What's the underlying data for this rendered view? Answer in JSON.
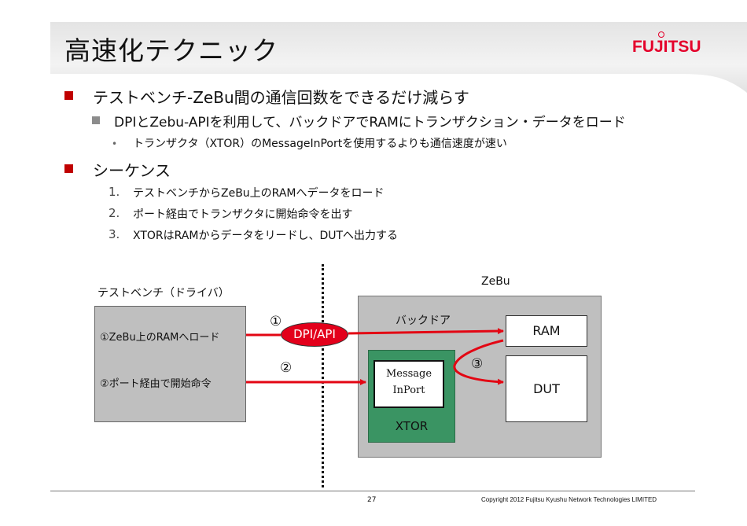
{
  "header": {
    "title": "高速化テクニック",
    "logo_text": "FUJITSU"
  },
  "bullets": {
    "item1": "テストベンチ-ZeBu間の通信回数をできるだけ減らす",
    "item1_sub": "DPIとZebu-APIを利用して、バックドアでRAMにトランザクション・データをロード",
    "item1_subsub": "トランザクタ（XTOR）のMessageInPortを使用するよりも通信速度が速い",
    "item2": "シーケンス",
    "steps": [
      {
        "num": "1.",
        "text": "テストベンチからZeBu上のRAMへデータをロード"
      },
      {
        "num": "2.",
        "text": "ポート経由でトランザクタに開始命令を出す"
      },
      {
        "num": "3.",
        "text": "XTORはRAMからデータをリードし、DUTへ出力する"
      }
    ],
    "subsub_marker": "•"
  },
  "diagram": {
    "testbench_label": "テストベンチ（ドライバ）",
    "tb_item1": "①ZeBu上のRAMへロード",
    "tb_item2": "②ポート経由で開始命令",
    "circle1": "①",
    "circle2": "②",
    "circle3": "③",
    "dpi_label": "DPI/API",
    "zebu_label": "ZeBu",
    "backdoor_label": "バックドア",
    "ram_label": "RAM",
    "dut_label": "DUT",
    "msg_line1": "Message",
    "msg_line2": "InPort",
    "xtor_label": "XTOR"
  },
  "footer": {
    "page_number": "27",
    "copyright": "Copyright 2012 Fujitsu Kyushu Network Technologies LIMITED"
  },
  "colors": {
    "accent_red": "#e4002b",
    "bullet_red": "#c00000",
    "xtor_green": "#3a9463",
    "box_gray": "#bfbfbf"
  }
}
